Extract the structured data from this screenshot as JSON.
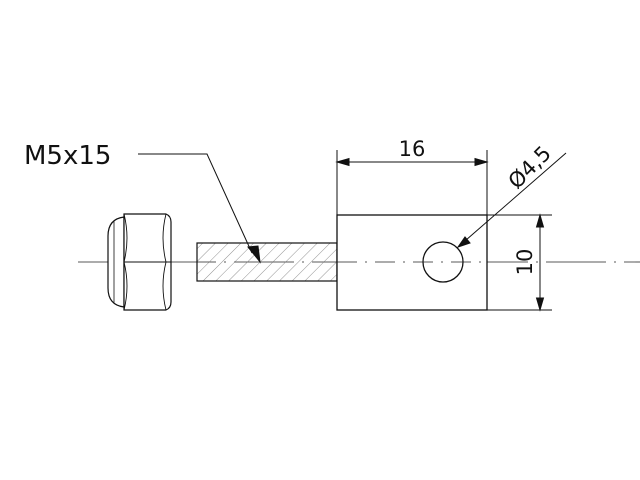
{
  "drawing": {
    "thread_label": "M5x15",
    "length_dimension": "16",
    "hole_dimension": "Ø4,5",
    "height_dimension": "10"
  },
  "colors": {
    "line": "#111111",
    "hatch": "#555555",
    "background": "#ffffff"
  }
}
